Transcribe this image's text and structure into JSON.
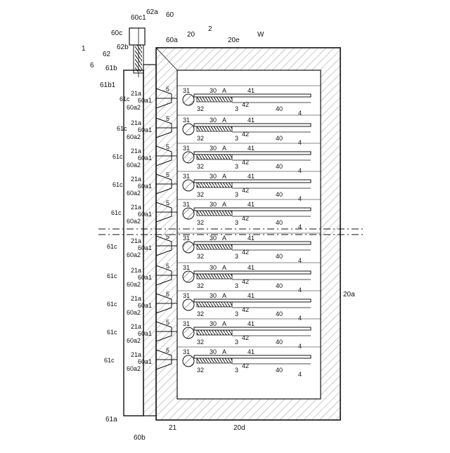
{
  "figure": {
    "top_labels": {
      "n60c1": "60c1",
      "n62a": "62a",
      "n60c": "60c",
      "n60": "60",
      "n62b": "62b",
      "n1": "1",
      "n62": "62",
      "n6": "6",
      "n60a": "60a",
      "n20": "20",
      "n2": "2",
      "n20e": "20e",
      "nW": "W",
      "n61b": "61b",
      "n61b1": "61b1"
    },
    "bottom_labels": {
      "n61a": "61a",
      "n60b": "60b",
      "n21": "21",
      "n20d": "20d",
      "n20a": "20a"
    },
    "unit_labels": {
      "l5": "5",
      "l31": "31",
      "l32": "32",
      "l30": "30",
      "lA": "A",
      "l3": "3",
      "l42": "42",
      "l41": "41",
      "l40": "40",
      "l4": "4",
      "l21a": "21a",
      "l60a1": "60a1",
      "l60a2": "60a2",
      "l61c": "61c"
    },
    "colors": {
      "ink": "#111111",
      "paper": "#ffffff"
    }
  }
}
